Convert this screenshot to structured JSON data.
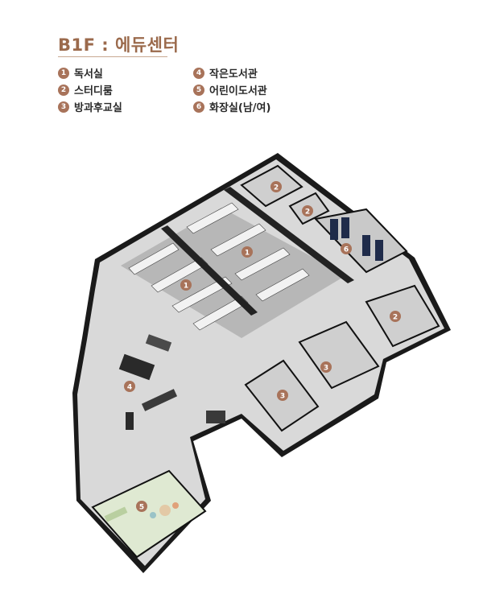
{
  "title": "B1F : 에듀센터",
  "legend": [
    {
      "num": "1",
      "label": "독서실"
    },
    {
      "num": "2",
      "label": "스터디룸"
    },
    {
      "num": "3",
      "label": "방과후교실"
    },
    {
      "num": "4",
      "label": "작은도서관"
    },
    {
      "num": "5",
      "label": "어린이도서관"
    },
    {
      "num": "6",
      "label": "화장실(남/여)"
    }
  ],
  "markers": {
    "m1a": "1",
    "m1b": "1",
    "m2a": "2",
    "m2b": "2",
    "m2c": "2",
    "m3a": "3",
    "m3b": "3",
    "m4": "4",
    "m5": "5",
    "m6": "6"
  },
  "colors": {
    "accent": "#a8735a",
    "title": "#9b6a4c",
    "wall": "#111111",
    "floor": "#d9d9d9",
    "kids_floor": "#dfe9d2"
  }
}
